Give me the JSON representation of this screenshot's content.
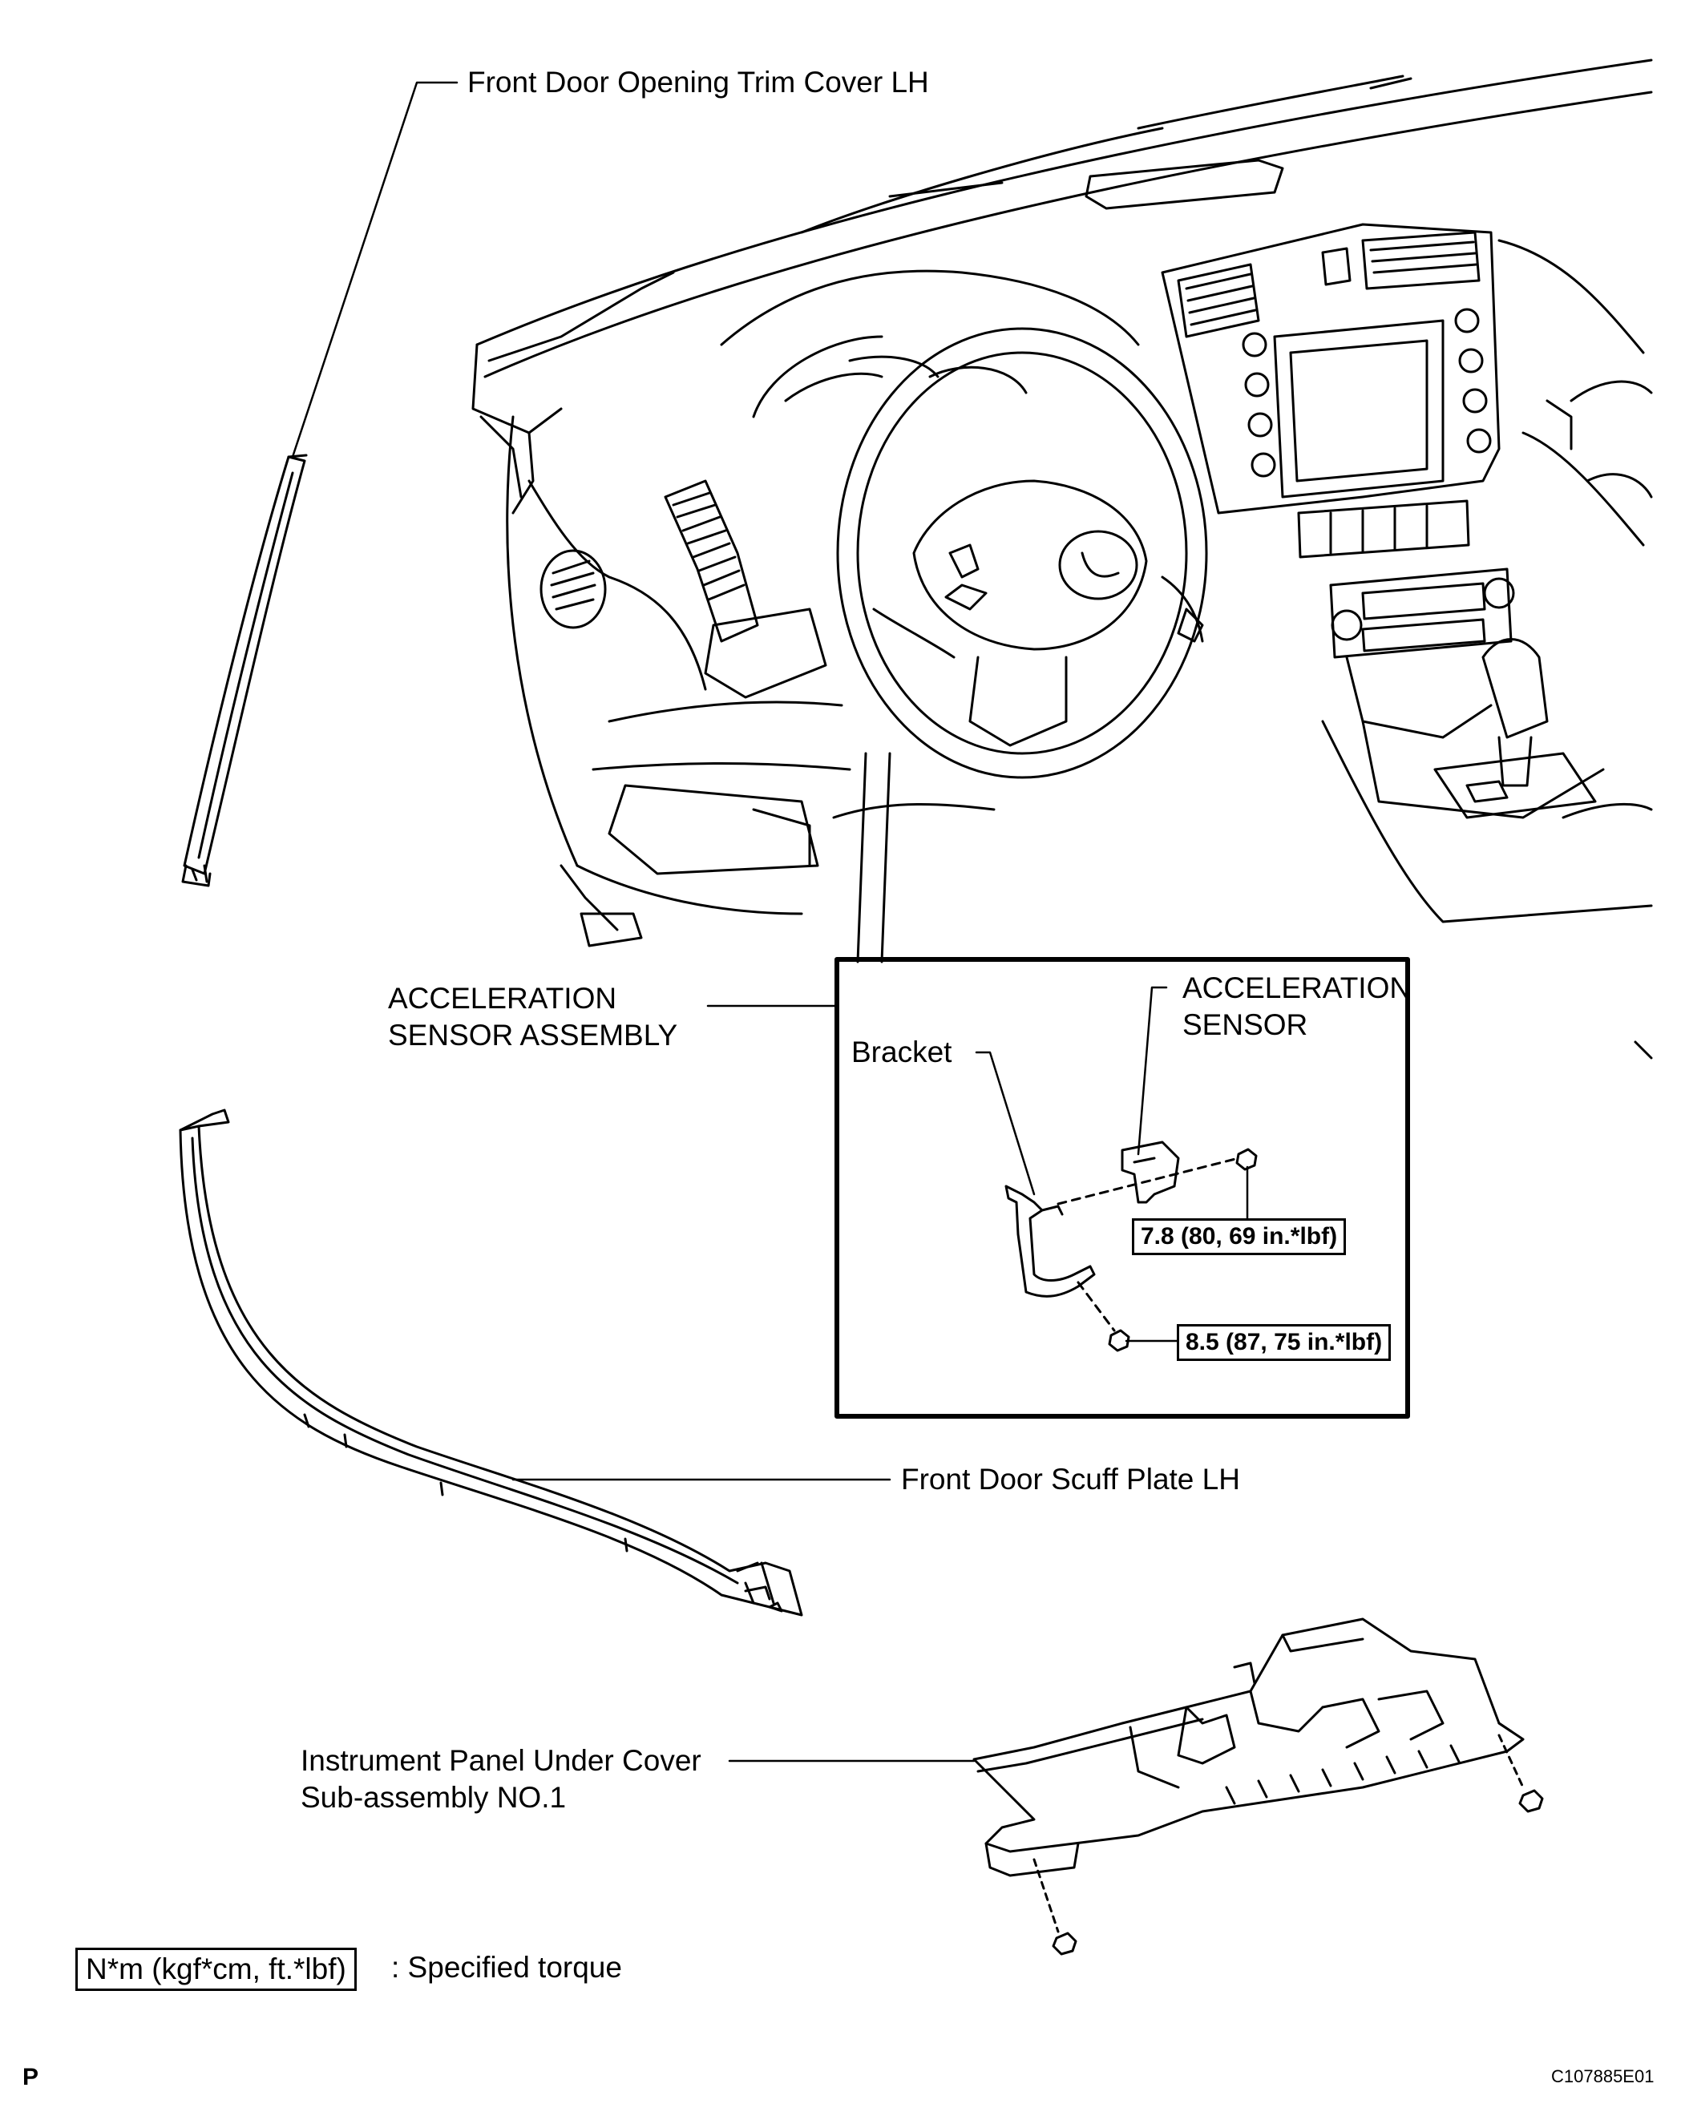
{
  "labels": {
    "front_door_opening_trim_cover": "Front Door Opening Trim Cover LH",
    "acceleration_sensor_assembly_line1": "ACCELERATION",
    "acceleration_sensor_assembly_line2": "SENSOR ASSEMBLY",
    "bracket": "Bracket",
    "acceleration_sensor_line1": "ACCELERATION",
    "acceleration_sensor_line2": "SENSOR",
    "front_door_scuff_plate": "Front Door Scuff Plate LH",
    "instrument_panel_under_cover_line1": "Instrument Panel Under Cover",
    "instrument_panel_under_cover_line2": "Sub-assembly NO.1"
  },
  "torques": {
    "sensor_nut": "7.8 (80, 69 in.*lbf)",
    "bracket_nut": "8.5 (87, 75 in.*lbf)"
  },
  "legend": {
    "unit_box": "N*m (kgf*cm, ft.*lbf)",
    "description": ": Specified torque"
  },
  "footer": {
    "page_marker": "P",
    "figure_code": "C107885E01"
  }
}
